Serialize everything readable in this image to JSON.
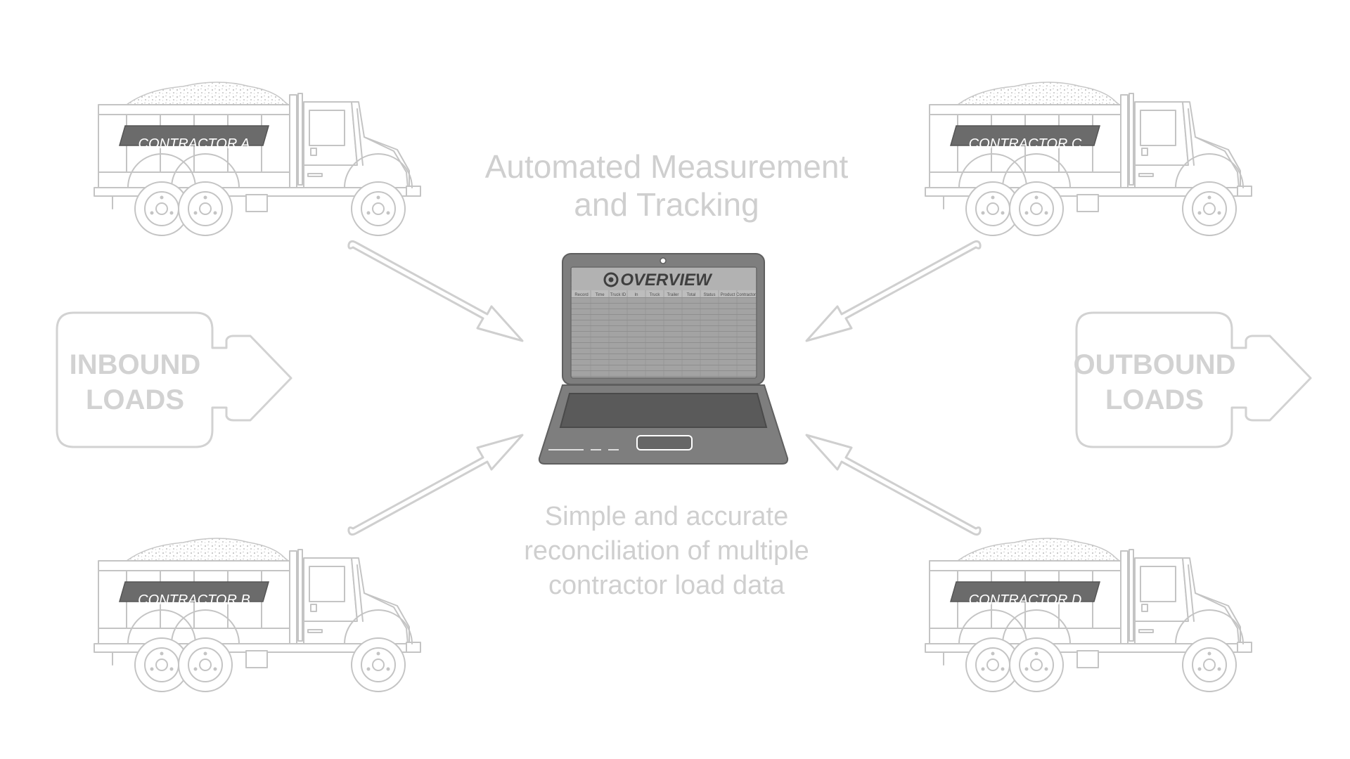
{
  "headline": {
    "line1": "Automated Measurement",
    "line2": "and Tracking"
  },
  "caption": {
    "line1": "Simple and accurate",
    "line2": "reconciliation of multiple",
    "line3": "contractor load data"
  },
  "inbound": {
    "line1": "INBOUND",
    "line2": "LOADS"
  },
  "outbound": {
    "line1": "OUTBOUND",
    "line2": "LOADS"
  },
  "trucks": {
    "a": "CONTRACTOR  A",
    "b": "CONTRACTOR  B",
    "c": "CONTRACTOR  C",
    "d": "CONTRACTOR  D"
  },
  "laptop": {
    "logo": "OVERVIEW",
    "columns": [
      "Record",
      "Time",
      "Truck ID",
      "In",
      "Truck",
      "Trailer",
      "Total",
      "Status",
      "Product",
      "Contractor"
    ]
  },
  "colors": {
    "line": "#cfcfcf",
    "truck_stroke": "#c4c4c4",
    "badge": "#6b6b6b",
    "laptop_body": "#7e7e7e",
    "laptop_screen": "#9a9a9a"
  }
}
